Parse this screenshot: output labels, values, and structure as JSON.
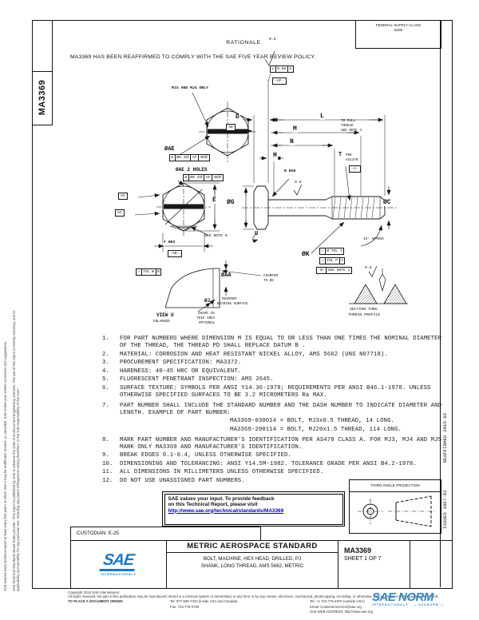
{
  "side": {
    "doc_number": "MA3369",
    "issued": "ISSUED 1967-02",
    "reaffirmed": "REAFFIRMED 2015-02",
    "disclaimer_1": "SAE Technical Standards Board Rules provide: “This report is published by SAE to advance the state of technical and engineering sciences. The use of this report is entirely voluntary, and its applicability and suitability for any particular use, including any patent infringement arising therefrom, is the sole responsibility of the user.”",
    "disclaimer_2": "SAE reviews each technical report at least every five years at which time it may be reaffirmed, revised, or cancelled. SAE invites your written comments and suggestions."
  },
  "header": {
    "supply_class_1": "FEDERAL SUPPLY CLASS",
    "supply_class_2": "5306",
    "rationale_title": "RATIONALE",
    "rationale_text": "MA3369 HAS BEEN REAFFIRMED TO COMPLY WITH THE SAE FIVE YEAR REVIEW POLICY."
  },
  "drawing": {
    "labels": {
      "mj_note": "MJ3 AND MJ4 ONLY",
      "finish_top": "0.8",
      "finish_shank": "0.8",
      "finish_section": "0.8",
      "datum_af": "-AF-",
      "ae1": "ØAE",
      "ae2": "ØAE 2 HOLES",
      "ac1": "AC",
      "ac2": "AC",
      "dim_e": "E",
      "see_note_8": "SEE NOTE 8",
      "f_hex": "F HEX",
      "datum_ab": "-AB-",
      "view_u": "VIEW U",
      "view_u_sub": "ENLARGED",
      "shape_1": "SHAPE IN",
      "shape_2": "THIS AREA",
      "shape_3": "OPTIONAL",
      "dia_aa": "ØAA",
      "dia_j": "ØJ",
      "j_min_1": "MINIMUM",
      "j_min_2": "BEARING SURFACE",
      "dim_d": "D",
      "dim_ad": "AD",
      "dim_l": "L",
      "dim_m": "M",
      "dim_n": "N",
      "dim_h": "H",
      "r_rad": "R RAD",
      "t_label": "T",
      "t_per_1": "PER",
      "t_per_2": "AS1370",
      "datum_a": "-A-",
      "full_thread_1": "TO FULL",
      "full_thread_2": "THREAD",
      "full_thread_3": "SEE NOTE 3",
      "dia_g": "ØG",
      "dia_c": "ØC",
      "dia_k": "ØK",
      "deg45": "45° APPROX",
      "chamfer_1": "CHAMFER",
      "chamfer_2": "TO ØG",
      "section_1": "SECTION THRU",
      "section_2": "THREAD PROFILE",
      "u_marker": "U"
    },
    "fcf_perp": [
      "⊥",
      "0.08",
      "S"
    ],
    "fcf_ae1": [
      "⊕",
      "Ø0.4Ⓜ",
      "AF",
      "ABⓂ"
    ],
    "fcf_ae2": [
      "⊕",
      "Ø0.4Ⓜ",
      "AF",
      "ABⓂ"
    ],
    "fcf_runout_w": [
      "↗",
      "TOL W",
      "B"
    ],
    "fcf_k_row1": [
      "—",
      "Ø TOL T"
    ],
    "fcf_k_row2": [
      "↗",
      "TOL P",
      "A"
    ],
    "fcf_k_row3": [
      "-B-",
      "SEE NOTE 1"
    ]
  },
  "notes": [
    {
      "num": "1.",
      "text": "FOR PART NUMBERS WHERE DIMENSION M IS EQUAL TO OR LESS THAN ONE TIMES THE NOMINAL DIAMETER OF THE THREAD, THE THREAD PD SHALL REPLACE DATUM B ."
    },
    {
      "num": "2.",
      "text": "MATERIAL:  CORROSION AND HEAT RESISTANT NICKEL ALLOY, AMS 5662 (UNS N07718)."
    },
    {
      "num": "3.",
      "text": "PROCUREMENT SPECIFICATION:  MA3372."
    },
    {
      "num": "4.",
      "text": "HARDNESS:  40-45 HRC OR EQUIVALENT."
    },
    {
      "num": "5.",
      "text": "FLUORESCENT PENETRANT INSPECTION:  AMS 2645."
    },
    {
      "num": "6.",
      "text": "SURFACE TEXTURE:  SYMBOLS PER ANSI Y14.36-1978; REQUIREMENTS PER ANSI B46.1-1978. UNLESS OTHERWISE SPECIFIED SURFACES TO BE 3.2 MICROMETERS Ra MAX."
    },
    {
      "num": "7.",
      "text": "PART NUMBER SHALL INCLUDE THE STANDARD NUMBER AND THE DASH NUMBER TO INDICATE DIAMETER AND LENGTH.  EXAMPLE OF PART NUMBER:",
      "examples": [
        "MA3369-030014 = BOLT, MJ3x0.5 THREAD, 14 LONG.",
        "MA3369-200114 = BOLT, MJ20x1.5 THREAD, 114 LONG."
      ]
    },
    {
      "num": "8.",
      "text": "MARK PART NUMBER AND MANUFACTURER'S IDENTIFICATION PER AS478 CLASS A.  FOR MJ3, MJ4 AND MJ5 MARK ONLY MA3369 AND MANUFACTURER'S IDENTIFICATION."
    },
    {
      "num": "9.",
      "text": "BREAK EDGES 0.1-0.4, UNLESS OTHERWISE SPECIFIED."
    },
    {
      "num": "10.",
      "text": "DIMENSIONING AND TOLERANCING:  ANSI Y14.5M-1982.  TOLERANCE GRADE PER ANSI B4.2-1978."
    },
    {
      "num": "11.",
      "text": "ALL DIMENSIONS IN MILLIMETERS UNLESS OTHERWISE SPECIFIED."
    },
    {
      "num": "12.",
      "text": "DO NOT USE UNASSIGNED PART NUMBERS."
    }
  ],
  "feedback": {
    "line1": "SAE values your input. To provide feedback",
    "line2": "on this Technical Report, please visit",
    "link": "http://www.sae.org/technical/standards/MA3369"
  },
  "projection": {
    "label": "THIRD ANGLE PROJECTION"
  },
  "footer": {
    "custodian": "CUSTODIAN: E-25",
    "logo_word": "SAE",
    "logo_sub": "INTERNATIONAL®",
    "standard_type": "METRIC AEROSPACE STANDARD",
    "title_line1": "BOLT, MACHINE, HEX HEAD, DRILLED, PJ",
    "title_line2": "SHANK, LONG THREAD, AMS 5662, METRIC",
    "doc_number": "MA3369",
    "sheet": "SHEET 1 OF 7",
    "copyright": {
      "line1": "Copyright 2015 SAE International",
      "line2": "All rights reserved. No part of this publication may be reproduced, stored in a retrieval system or transmitted, in any form or by any means, electronic, mechanical, photocopying, recording, or otherwise, without the prior written permission of SAE.",
      "order_label": "TO PLACE A DOCUMENT ORDER:",
      "tel_inside": "Tel: 877-606-7323 (inside USA and Canada)",
      "tel_outside": "Tel: +1 724-776-4970 (outside USA)",
      "fax": "Fax: 724-776-0790",
      "email": "Email: CustomerService@sae.org",
      "web": "SAE WEB ADDRESS: http://www.sae.org"
    },
    "watermark_main": "SAE NORM",
    "watermark_sub1": "INTERNATIONAL®",
    "watermark_sub2": "— SAENORM —"
  },
  "colors": {
    "sae_blue": "#1b79c0",
    "link_blue": "#0000bb",
    "line": "#151515"
  }
}
